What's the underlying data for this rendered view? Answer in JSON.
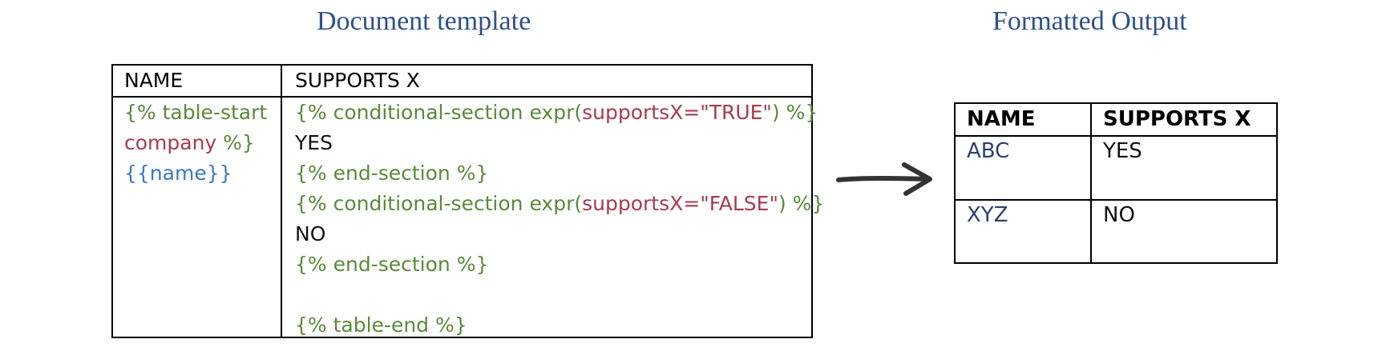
{
  "headings": {
    "left": "Document template",
    "right": "Formatted Output"
  },
  "template_table": {
    "headers": {
      "name": "NAME",
      "supports": "SUPPORTS X"
    },
    "name_column": {
      "line1": "{% table-start",
      "line2_field": "company",
      "line2_close": " %}",
      "line3": "{{name}}"
    },
    "supports_column": {
      "cond1_open": "{% conditional-section expr(",
      "cond1_expr": "supportsX=\"TRUE\"",
      "cond1_close": ") %}",
      "yes": "YES",
      "end1": "{% end-section %}",
      "cond2_open": "{% conditional-section expr(",
      "cond2_expr": "supportsX=\"FALSE\"",
      "cond2_close": ") %}",
      "no": "NO",
      "end2": "{% end-section %}",
      "table_end": "{% table-end %}"
    }
  },
  "output_table": {
    "headers": {
      "name": "NAME",
      "supports": "SUPPORTS X"
    },
    "rows": [
      {
        "name": "ABC",
        "supports": "YES"
      },
      {
        "name": "XYZ",
        "supports": "NO"
      }
    ]
  },
  "colors": {
    "heading": "#2e4f8c",
    "tag_green": "#5a8a3a",
    "field_red": "#a93a4e",
    "placeholder_blue": "#3b7ac4",
    "output_name": "#2e3f6e"
  },
  "icons": {
    "arrow": "right-arrow-icon"
  }
}
